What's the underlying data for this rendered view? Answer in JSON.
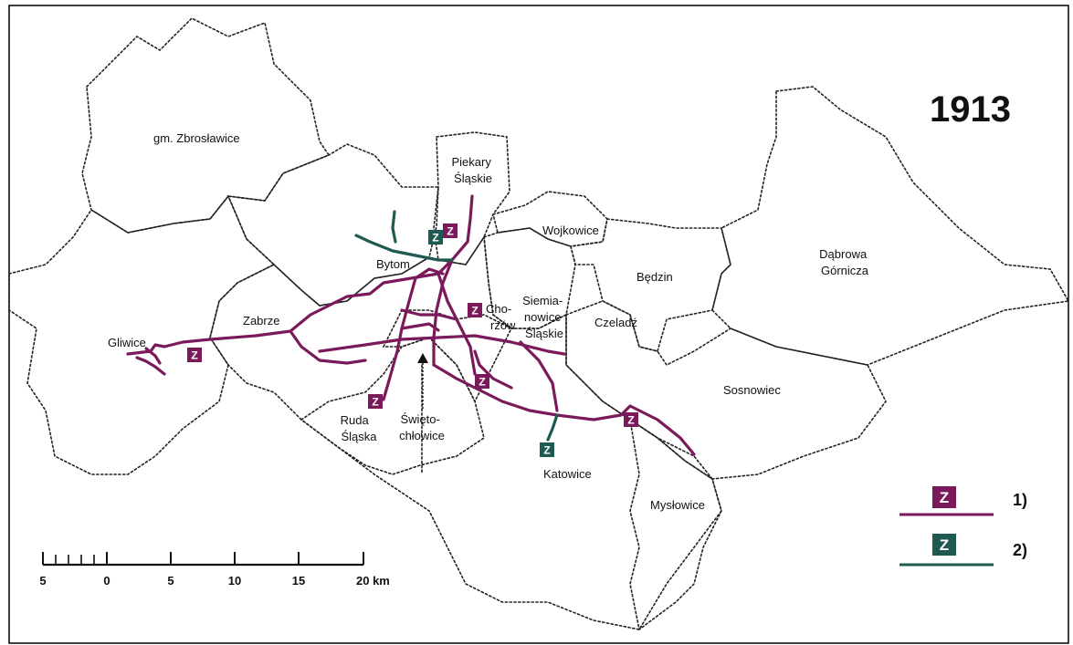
{
  "map": {
    "year": "1913",
    "places": {
      "zbroslawice": "gm. Zbrosławice",
      "piekary": [
        "Piekary",
        "Śląskie"
      ],
      "wojkowice": "Wojkowice",
      "bytom": "Bytom",
      "dabrowa": [
        "Dąbrowa",
        "Górnicza"
      ],
      "bedzin": "Będzin",
      "siemianowice": [
        "Siemia-",
        "nowice",
        "Śląskie"
      ],
      "chorzow": [
        "Cho-",
        "rzów"
      ],
      "czeladz": "Czeladź",
      "zabrze": "Zabrze",
      "gliwice": "Gliwice",
      "sosnowiec": "Sosnowiec",
      "ruda": [
        "Ruda",
        "Śląska"
      ],
      "swietochlowice": [
        "Święto-",
        "chłowice"
      ],
      "katowice": "Katowice",
      "myslowice": "Mysłowice"
    },
    "badge_letter": "Z",
    "colors": {
      "line1": "#7a1a5a",
      "line2": "#1e5a52",
      "border": "#222222"
    }
  },
  "scale": {
    "ticks": [
      "5",
      "0",
      "5",
      "10",
      "15",
      "20 km"
    ]
  },
  "legend": [
    {
      "badge": "Z",
      "label": "1)",
      "color": "#7a1a5a"
    },
    {
      "badge": "Z",
      "label": "2)",
      "color": "#1e5a52"
    }
  ]
}
